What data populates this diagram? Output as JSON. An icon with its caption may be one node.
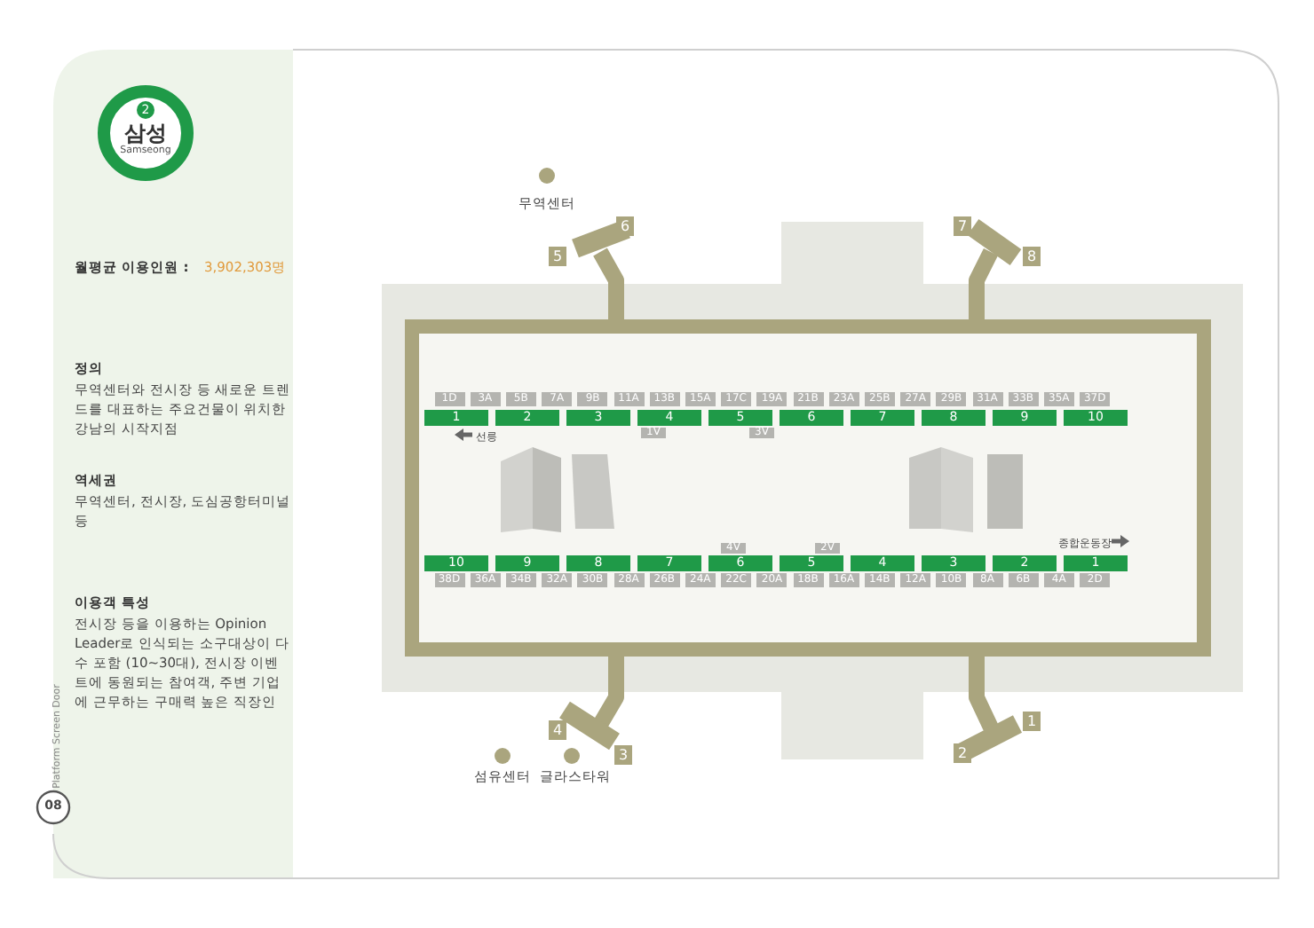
{
  "diagram": {
    "nodes": [
      {
        "text": [
          "2",
          "삼성",
          "Samseong"
        ]
      }
    ],
    "labels": [
      "월평균 이용인원 :",
      "3,902,303명",
      "정의",
      "무역센터와 전시장 등 새로운 트렌드를 대표하는 주요건물이 위치한 강남의 시작지점",
      "역세권",
      "무역센터, 전시장, 도심공항터미널 등",
      "이용객 특성",
      "전시장 등을 이용하는 Opinion Leader로 인식되는 소구대상이 다수 포함 (10~30대), 전시장 이벤트에 동원되는 참여객, 주변 기업에 근무하는 구매력 높은 직장인",
      "Platform Screen Door",
      "08",
      "무역센터",
      "6",
      "7",
      "5",
      "8",
      "1D",
      "3A",
      "5B",
      "7A",
      "9B",
      "11A",
      "13B",
      "15A",
      "17C",
      "19A",
      "21B",
      "23A",
      "25B",
      "27A",
      "29B",
      "31A",
      "33B",
      "35A",
      "37D",
      "1",
      "2",
      "3",
      "4",
      "5",
      "6",
      "7",
      "8",
      "9",
      "10",
      "1V",
      "3V",
      "선릉",
      "4V",
      "2V",
      "종합운동장",
      "10",
      "9",
      "8",
      "7",
      "6",
      "5",
      "4",
      "3",
      "2",
      "1",
      "38D",
      "36A",
      "34B",
      "32A",
      "30B",
      "28A",
      "26B",
      "24A",
      "22C",
      "20A",
      "18B",
      "16A",
      "14B",
      "12A",
      "10B",
      "8A",
      "6B",
      "4A",
      "2D",
      "4",
      "1",
      "3",
      "2",
      "섬유센터",
      "글라스타워"
    ]
  }
}
